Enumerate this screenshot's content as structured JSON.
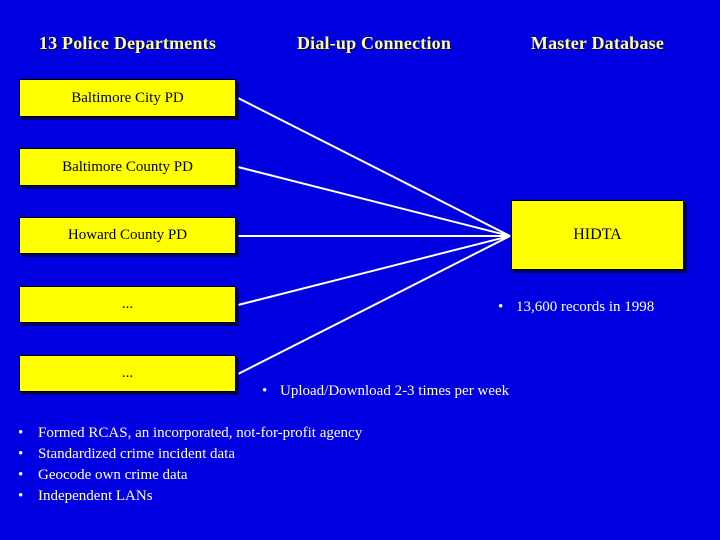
{
  "slide": {
    "background_color": "#0000e0",
    "box_fill_color": "#ffff00",
    "box_text_color": "#000000",
    "header_text_color": "#ffff99",
    "bullet_text_color": "#ffffff",
    "connector_color": "#ffffff"
  },
  "headers": {
    "departments": "13 Police Departments",
    "dialup": "Dial-up Connection",
    "master": "Master Database"
  },
  "department_boxes": [
    {
      "label": "Baltimore City PD"
    },
    {
      "label": "Baltimore County PD"
    },
    {
      "label": "Howard County PD"
    },
    {
      "label": "..."
    },
    {
      "label": "..."
    }
  ],
  "master_box": {
    "label": "HIDTA"
  },
  "annotations": {
    "records": "13,600 records in 1998",
    "upload": "Upload/Download 2-3 times per week",
    "bullet_char": "•"
  },
  "bottom_bullets": [
    "Formed RCAS, an incorporated, not-for-profit agency",
    "Standardized crime incident data",
    "Geocode own crime data",
    "Independent LANs"
  ]
}
